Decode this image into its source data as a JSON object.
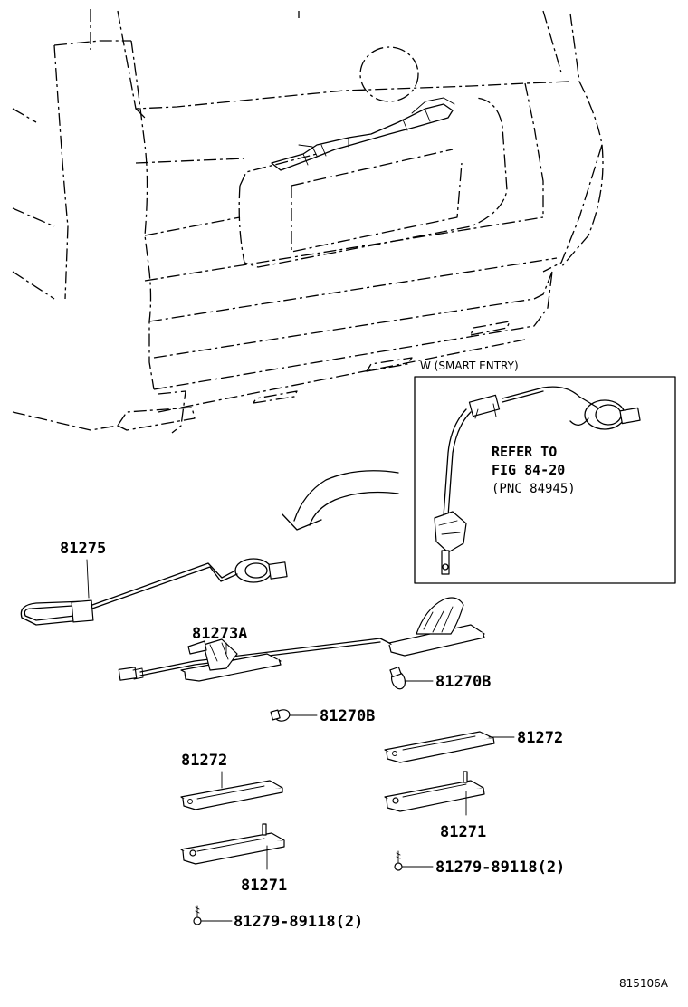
{
  "inset": {
    "title": "W (SMART ENTRY)",
    "refer_line1": "REFER TO",
    "refer_line2": "FIG 84-20",
    "refer_line3": "(PNC 84945)"
  },
  "parts": {
    "wire": "81275",
    "lamp_assy": "81273A",
    "bulb_right": "81270B",
    "bulb_left": "81270B",
    "lens_right": "81272",
    "lens_left": "81272",
    "housing_right": "81271",
    "housing_left": "81271",
    "screw_right": "81279-89118(2)",
    "screw_left": "81279-89118(2)"
  },
  "figure_code": "815106A"
}
